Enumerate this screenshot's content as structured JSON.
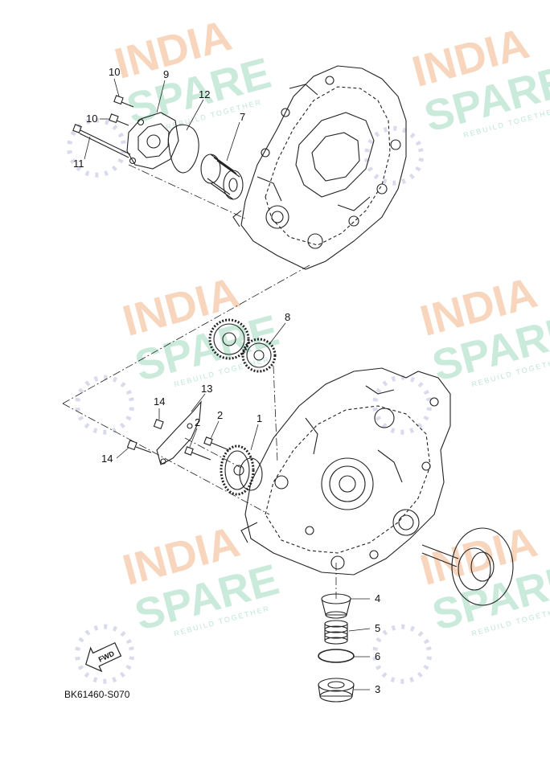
{
  "watermark": {
    "line1": "INDIA",
    "line2": "SPARE",
    "tagline": "REBUILD TOGETHER",
    "colors": {
      "line1": "#f6c9a8",
      "line2": "#b9e3d0",
      "swirl": "#c9cce6"
    }
  },
  "callouts": {
    "c1": "1",
    "c2a": "2",
    "c2b": "2",
    "c3": "3",
    "c4": "4",
    "c5": "5",
    "c6": "6",
    "c7": "7",
    "c8": "8",
    "c9": "9",
    "c10a": "10",
    "c10b": "10",
    "c11": "11",
    "c12": "12",
    "c13": "13",
    "c14a": "14",
    "c14b": "14"
  },
  "fwd_label": "FWD",
  "diagram_code": "BK61460-S070"
}
